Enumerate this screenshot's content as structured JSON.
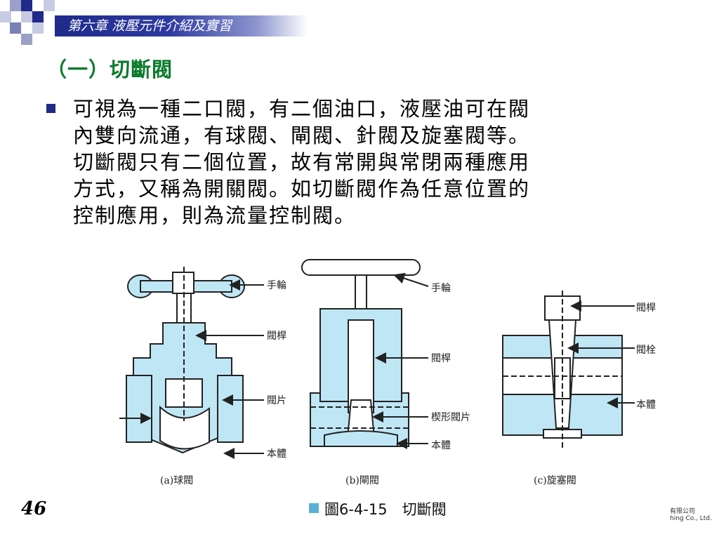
{
  "header": {
    "chapter_title": "第六章  液壓元件介紹及實習",
    "accent_color": "#1f2a8a"
  },
  "heading": "（一）切斷閥",
  "bullet": {
    "text": "可視為一種二口閥，有二個油口，液壓油可在閥內雙向流通，有球閥、閘閥、針閥及旋塞閥等。切斷閥只有二個位置，故有常開與常閉兩種應用方式，又稱為開關閥。如切斷閥作為任意位置的控制應用，則為流量控制閥。",
    "lines": [
      "可視為一種二口閥，有二個油口，液壓油可在閥",
      "內雙向流通，有球閥、閘閥、針閥及旋塞閥等。",
      "切斷閥只有二個位置，故有常開與常閉兩種應用",
      "方式，又稱為開關閥。如切斷閥作為任意位置的",
      "控制應用，則為流量控制閥。"
    ]
  },
  "figure": {
    "fill_color": "#bfe6f5",
    "labels_a": [
      "手輪",
      "閥桿",
      "閥片",
      "本體"
    ],
    "labels_b": [
      "手輪",
      "閥桿",
      "楔形閥片",
      "本體"
    ],
    "labels_c": [
      "閥桿",
      "閥栓",
      "本體"
    ],
    "subcaptions": [
      "(a)球閥",
      "(b)閘閥",
      "(c)旋塞閥"
    ],
    "caption": "圖6-4-15　切斷閥"
  },
  "footer": {
    "page_number": "46",
    "publisher_line1": "有限公司",
    "publisher_line2": "hing Co., Ltd."
  }
}
